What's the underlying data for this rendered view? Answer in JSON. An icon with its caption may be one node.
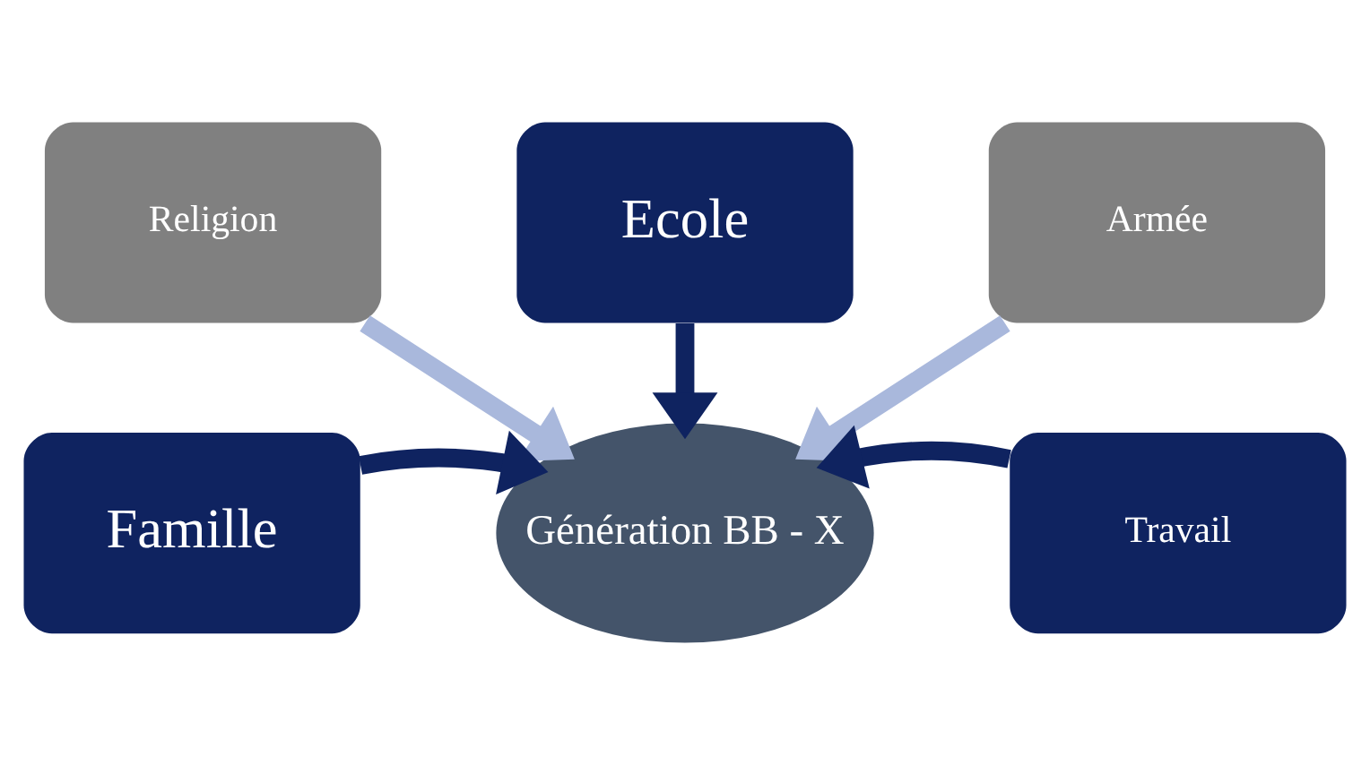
{
  "diagram": {
    "nodes": [
      {
        "text": [
          "Religion"
        ]
      },
      {
        "text": [
          "Ecole"
        ]
      },
      {
        "text": [
          "Armée"
        ]
      },
      {
        "text": [
          "Famille"
        ]
      },
      {
        "text": [
          "Génération BB - X"
        ]
      },
      {
        "text": [
          "Travail"
        ]
      }
    ],
    "edges": [
      {
        "from": 0,
        "to": 4,
        "arrow": "to",
        "color": "#a9b8dc"
      },
      {
        "from": 1,
        "to": 4,
        "arrow": "to"
      },
      {
        "from": 2,
        "to": 4,
        "arrow": "to",
        "color": "#a9b8dc"
      },
      {
        "from": 3,
        "to": 4,
        "arrow": "to"
      },
      {
        "from": 5,
        "to": 4,
        "arrow": "to"
      }
    ]
  }
}
